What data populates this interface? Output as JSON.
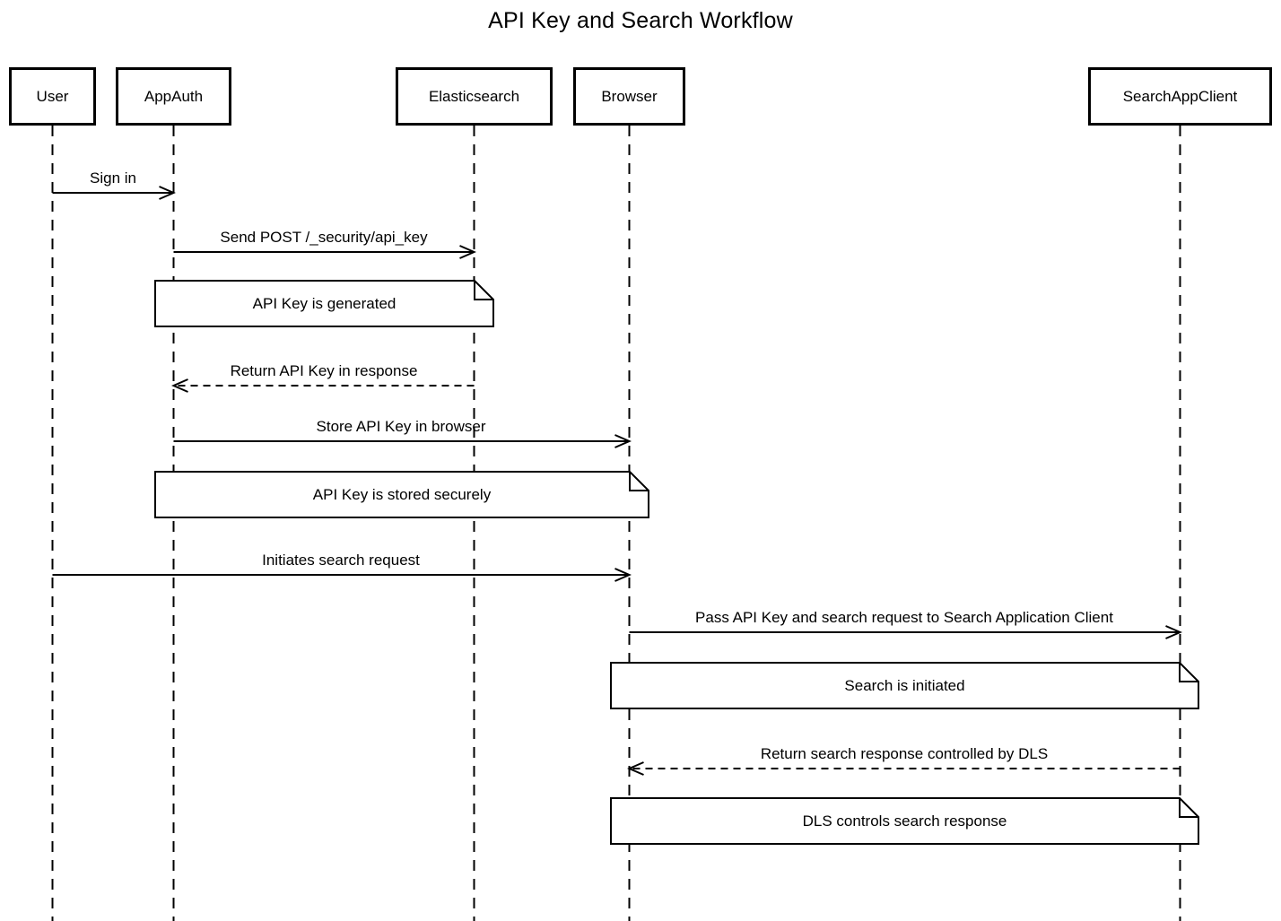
{
  "diagram": {
    "title": "API Key and Search Workflow",
    "type": "sequence-diagram",
    "colors": {
      "stroke": "#000000",
      "background": "#ffffff",
      "note_fill": "#ffffff"
    }
  },
  "actors": [
    {
      "id": "user",
      "label": "User"
    },
    {
      "id": "appauth",
      "label": "AppAuth"
    },
    {
      "id": "elasticsearch",
      "label": "Elasticsearch"
    },
    {
      "id": "browser",
      "label": "Browser"
    },
    {
      "id": "searchappclient",
      "label": "SearchAppClient"
    }
  ],
  "messages": [
    {
      "from": "User",
      "to": "AppAuth",
      "style": "solid",
      "label": "Sign in"
    },
    {
      "from": "AppAuth",
      "to": "Elasticsearch",
      "style": "solid",
      "label": "Send POST /_security/api_key"
    },
    {
      "from": "Elasticsearch",
      "to": "AppAuth",
      "style": "dashed",
      "label": "Return API Key in response"
    },
    {
      "from": "AppAuth",
      "to": "Browser",
      "style": "solid",
      "label": "Store API Key in browser"
    },
    {
      "from": "User",
      "to": "Browser",
      "style": "solid",
      "label": "Initiates search request"
    },
    {
      "from": "Browser",
      "to": "SearchAppClient",
      "style": "solid",
      "label": "Pass API Key and search request to Search Application Client"
    },
    {
      "from": "SearchAppClient",
      "to": "Browser",
      "style": "dashed",
      "label": "Return search response controlled by DLS"
    }
  ],
  "notes": [
    {
      "over": "AppAuth, Elasticsearch",
      "text": "API Key is generated"
    },
    {
      "over": "AppAuth, Browser",
      "text": "API Key is stored securely"
    },
    {
      "over": "Browser, SearchAppClient",
      "text": "Search is initiated"
    },
    {
      "over": "Browser, SearchAppClient",
      "text": "DLS controls search response"
    }
  ]
}
